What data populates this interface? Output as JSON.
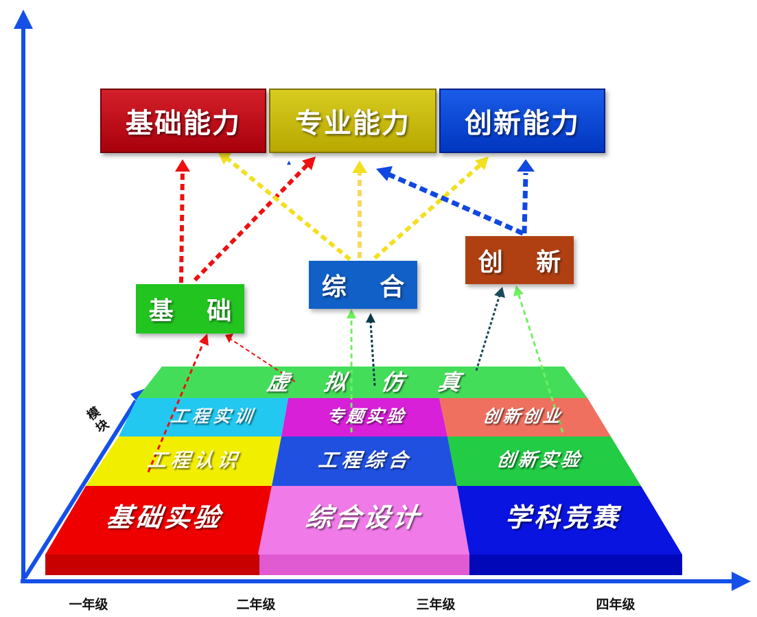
{
  "capabilities": [
    {
      "label": "基础能力",
      "color": "#c00010"
    },
    {
      "label": "专业能力",
      "color": "#c8b800"
    },
    {
      "label": "创新能力",
      "color": "#0046d8"
    }
  ],
  "modules": {
    "basic": {
      "label": "基 础",
      "color": "#22c420"
    },
    "comprehensive": {
      "label": "综 合",
      "color": "#1060c8"
    },
    "innovation": {
      "label": "创 新",
      "color": "#b04012"
    }
  },
  "platform": {
    "virtual": {
      "label": "虚 拟 仿 真",
      "color": "#44dd5a"
    },
    "row3": [
      {
        "label": "工程实训",
        "color": "#22c8f0"
      },
      {
        "label": "专题实验",
        "color": "#d820d8"
      },
      {
        "label": "创新创业",
        "color": "#f07060"
      }
    ],
    "row2": [
      {
        "label": "工程认识",
        "color": "#f2ee00"
      },
      {
        "label": "工程综合",
        "color": "#2050e0"
      },
      {
        "label": "创新实验",
        "color": "#22cc44"
      }
    ],
    "row1": [
      {
        "label": "基础实验",
        "color": "#ee0000"
      },
      {
        "label": "综合设计",
        "color": "#f07ae8"
      },
      {
        "label": "学科竞赛",
        "color": "#0a14e0"
      }
    ]
  },
  "axis": {
    "module_label": "模块",
    "grades": [
      "一年级",
      "二年级",
      "三年级",
      "四年级"
    ],
    "color": "#1450e8"
  }
}
